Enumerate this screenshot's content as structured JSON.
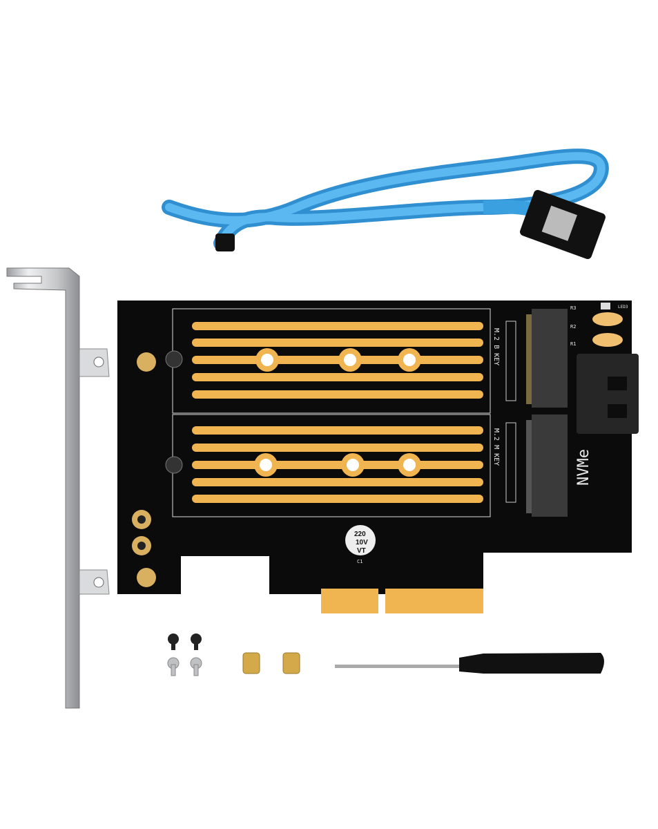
{
  "product": {
    "board_labels": {
      "slot_top": "M.2 B KEY",
      "slot_bottom": "M.2 M KEY",
      "brand_mark": "NVMe",
      "resistors": [
        "R3",
        "R2",
        "R1"
      ],
      "led": "LED3",
      "capacitor_lines": [
        "220",
        "10V",
        "VT"
      ],
      "capacitor_ref": "C1"
    },
    "colors": {
      "pcb": "#0b0b0b",
      "gold": "#f0b451",
      "cable": "#3aa0e0",
      "bracket": "#c9cbcd"
    }
  }
}
